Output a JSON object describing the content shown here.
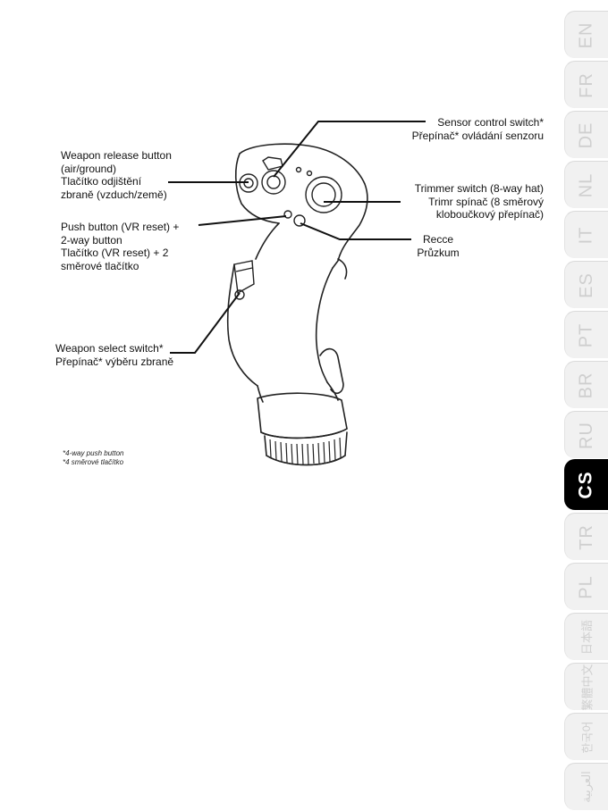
{
  "labels": {
    "sensor_control": [
      "Sensor control switch*",
      "Přepínač* ovládání senzoru"
    ],
    "weapon_release": [
      "Weapon release button",
      "(air/ground)",
      "Tlačítko odjištění",
      "zbraně (vzduch/země)"
    ],
    "trimmer": [
      "Trimmer switch (8-way hat)",
      "Trimr spínač (8 směrový",
      "kloboučkový přepínač)"
    ],
    "push_button": [
      "Push button (VR reset) +",
      "2-way button",
      "Tlačítko (VR reset) + 2",
      "směrové tlačítko"
    ],
    "recce": [
      "Recce",
      "Průzkum"
    ],
    "weapon_select": [
      "Weapon select switch*",
      "Přepínač* výběru zbraně"
    ]
  },
  "footnote": [
    "*4-way push button",
    "*4 směrové tlačítko"
  ],
  "language_tabs": [
    {
      "code": "EN",
      "active": false
    },
    {
      "code": "FR",
      "active": false
    },
    {
      "code": "DE",
      "active": false
    },
    {
      "code": "NL",
      "active": false
    },
    {
      "code": "IT",
      "active": false
    },
    {
      "code": "ES",
      "active": false
    },
    {
      "code": "PT",
      "active": false
    },
    {
      "code": "BR",
      "active": false
    },
    {
      "code": "RU",
      "active": false
    },
    {
      "code": "CS",
      "active": true
    },
    {
      "code": "TR",
      "active": false
    },
    {
      "code": "PL",
      "active": false
    },
    {
      "code": "日本語",
      "active": false
    },
    {
      "code": "繁體中文",
      "active": false
    },
    {
      "code": "한국어",
      "active": false
    },
    {
      "code": "العربية",
      "active": false
    }
  ],
  "colors": {
    "active_tab": "#000000",
    "inactive_tab": "#f1f1f1",
    "inactive_tab_text": "#cfcfcf"
  }
}
